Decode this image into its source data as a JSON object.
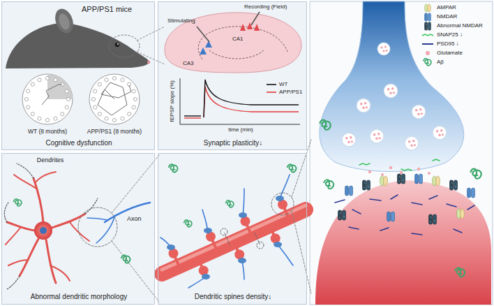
{
  "diagram": {
    "nodes": [
      {
        "text": [
          "APP/PS1 mice",
          "Cognitive dysfunction"
        ]
      },
      {
        "text": [
          "Synaptic plasticity↓"
        ]
      },
      {
        "text": [
          "Abnormal dendritic morphology"
        ]
      },
      {
        "text": [
          "Dendritic spines density↓"
        ]
      }
    ],
    "labels": [
      "WT (8 months)",
      "APP/PS1 (8 months)",
      "Stimulating",
      "Recording (Field)",
      "CA1",
      "CA3",
      "fEPSP slope (%)",
      "time (min)",
      "Dendrites",
      "Axon"
    ],
    "legend": [
      {
        "text": "WT"
      },
      {
        "text": "APP/PS1"
      },
      {
        "text": "AMPAR"
      },
      {
        "text": "NMDAR"
      },
      {
        "text": "Abnormal NMDAR"
      },
      {
        "text": "SNAP25 ↓"
      },
      {
        "text": "PSD95 ↓"
      },
      {
        "text": "Glutamate"
      },
      {
        "text": "Aβ"
      }
    ]
  }
}
